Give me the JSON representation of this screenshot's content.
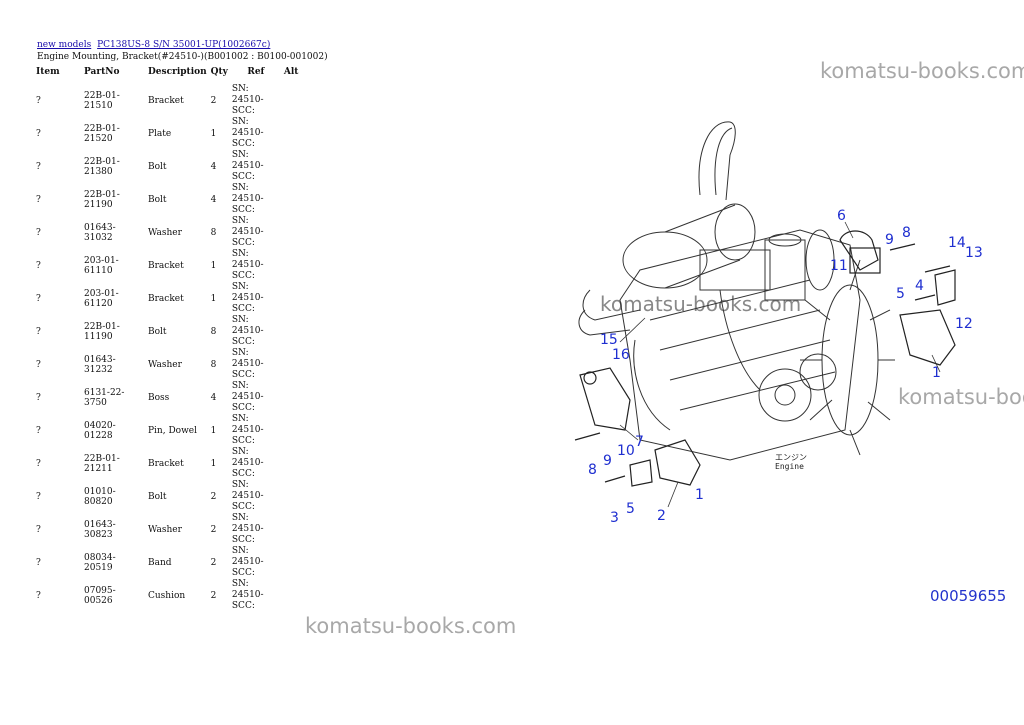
{
  "breadcrumb": {
    "link1": "new models",
    "link2": "PC138US-8 S/N 35001-UP(1002667c)"
  },
  "page_subtitle": "Engine Mounting, Bracket(#24510-)(B001002 : B0100-001002)",
  "table": {
    "headers": [
      "Item",
      "PartNo",
      "Description",
      "Qty",
      "Ref",
      "Alt"
    ],
    "rows": [
      {
        "item": "?",
        "part_no": "22B-01-21510",
        "description": "Bracket",
        "qty": "2",
        "ref": "SN: 24510-SCC:"
      },
      {
        "item": "?",
        "part_no": "22B-01-21520",
        "description": "Plate",
        "qty": "1",
        "ref": "SN: 24510-SCC:"
      },
      {
        "item": "?",
        "part_no": "22B-01-21380",
        "description": "Bolt",
        "qty": "4",
        "ref": "SN: 24510-SCC:"
      },
      {
        "item": "?",
        "part_no": "22B-01-21190",
        "description": "Bolt",
        "qty": "4",
        "ref": "SN: 24510-SCC:"
      },
      {
        "item": "?",
        "part_no": "01643-31032",
        "description": "Washer",
        "qty": "8",
        "ref": "SN: 24510-SCC:"
      },
      {
        "item": "?",
        "part_no": "203-01-61110",
        "description": "Bracket",
        "qty": "1",
        "ref": "SN: 24510-SCC:"
      },
      {
        "item": "?",
        "part_no": "203-01-61120",
        "description": "Bracket",
        "qty": "1",
        "ref": "SN: 24510-SCC:"
      },
      {
        "item": "?",
        "part_no": "22B-01-11190",
        "description": "Bolt",
        "qty": "8",
        "ref": "SN: 24510-SCC:"
      },
      {
        "item": "?",
        "part_no": "01643-31232",
        "description": "Washer",
        "qty": "8",
        "ref": "SN: 24510-SCC:"
      },
      {
        "item": "?",
        "part_no": "6131-22-3750",
        "description": "Boss",
        "qty": "4",
        "ref": "SN: 24510-SCC:"
      },
      {
        "item": "?",
        "part_no": "04020-01228",
        "description": "Pin, Dowel",
        "qty": "1",
        "ref": "SN: 24510-SCC:"
      },
      {
        "item": "?",
        "part_no": "22B-01-21211",
        "description": "Bracket",
        "qty": "1",
        "ref": "SN: 24510-SCC:"
      },
      {
        "item": "?",
        "part_no": "01010-80820",
        "description": "Bolt",
        "qty": "2",
        "ref": "SN: 24510-SCC:"
      },
      {
        "item": "?",
        "part_no": "01643-30823",
        "description": "Washer",
        "qty": "2",
        "ref": "SN: 24510-SCC:"
      },
      {
        "item": "?",
        "part_no": "08034-20519",
        "description": "Band",
        "qty": "2",
        "ref": "SN: 24510-SCC:"
      },
      {
        "item": "?",
        "part_no": "07095-00526",
        "description": "Cushion",
        "qty": "2",
        "ref": "SN: 24510-SCC:"
      }
    ]
  },
  "watermark": "komatsu-books.com",
  "diagram": {
    "engine_label_jp": "エンジン",
    "engine_label": "Engine",
    "diagram_number": "00059655",
    "callouts": [
      "6",
      "9",
      "8",
      "14",
      "13",
      "11",
      "5",
      "4",
      "12",
      "1",
      "15",
      "16",
      "10",
      "9",
      "8",
      "7",
      "3",
      "5",
      "2",
      "1"
    ]
  },
  "colors": {
    "link": "#1a0dab",
    "callout": "#1f2fd0",
    "watermark": "#a8a8a8"
  }
}
